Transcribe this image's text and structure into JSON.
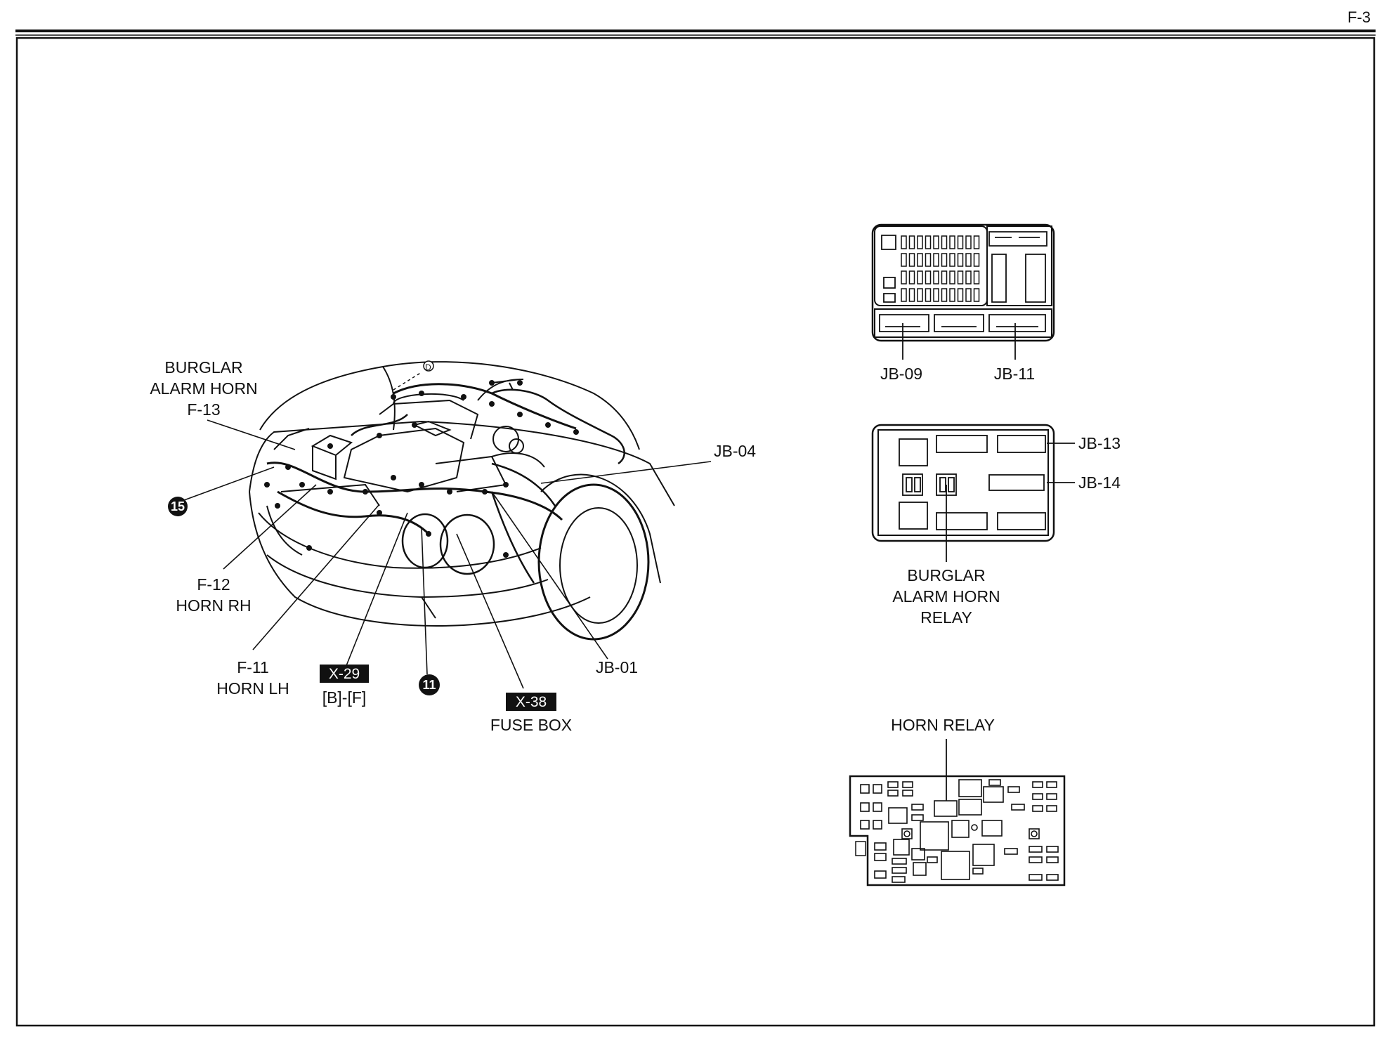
{
  "page": {
    "number": "F-3"
  },
  "engine_view": {
    "labels": {
      "burglar_horn": [
        "BURGLAR",
        "ALARM HORN",
        "F-13"
      ],
      "horn_rh": [
        "F-12",
        "HORN RH"
      ],
      "horn_lh": [
        "F-11",
        "HORN LH"
      ],
      "jb04": "JB-04",
      "jb01": "JB-01",
      "x29": "X-29",
      "x29_sub": "[B]-[F]",
      "x38": "X-38",
      "fuse_box": "FUSE BOX",
      "ground_15": "15",
      "ground_11": "11",
      "ref_d": "D"
    }
  },
  "junction_box_1": {
    "left_label": "JB-09",
    "right_label": "JB-11"
  },
  "junction_box_2": {
    "jb13": "JB-13",
    "jb14": "JB-14",
    "relay_label": [
      "BURGLAR",
      "ALARM HORN",
      "RELAY"
    ]
  },
  "relay_board": {
    "title": "HORN RELAY"
  }
}
